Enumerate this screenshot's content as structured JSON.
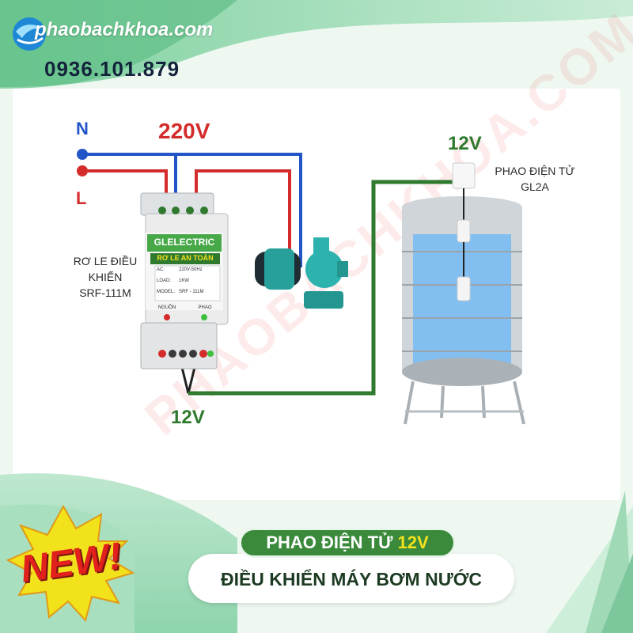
{
  "brand": {
    "site": "phaobachkhoa.com",
    "phone": "0936.101.879",
    "watermark": "PHAOBACHKHOA.COM"
  },
  "diagram": {
    "label_n": "N",
    "label_l": "L",
    "label_220v": "220V",
    "label_12v_top": "12V",
    "label_12v_bottom": "12V",
    "float_name": "PHAO ĐIỆN TỬ",
    "float_model": "GL2A",
    "relay_caption_1": "RƠ LE ĐIỀU",
    "relay_caption_2": "KHIỂN",
    "relay_caption_3": "SRF-111M"
  },
  "relay": {
    "brand": "GLELECTRIC",
    "title": "RƠ LE AN TOÀN",
    "spec_ac_label": "AC:",
    "spec_ac_value": "220V-50Hz",
    "spec_load_label": "LOAD:",
    "spec_load_value": "1KW",
    "spec_model_label": "MODEL:",
    "spec_model_value": "SRF - 111M",
    "led_power": "NGUỒN",
    "led_float": "PHAO"
  },
  "banner": {
    "badge": "NEW!",
    "line1_prefix": "PHAO ĐIỆN TỬ",
    "line1_highlight": "12V",
    "line2": "ĐIỀU KHIỂN MÁY BƠM NƯỚC"
  },
  "colors": {
    "wire_blue": "#2255c8",
    "wire_red": "#d42b2b",
    "wire_green": "#2f7a2f",
    "brand_green": "#3b8a3c",
    "accent_yellow": "#f2e21c"
  }
}
